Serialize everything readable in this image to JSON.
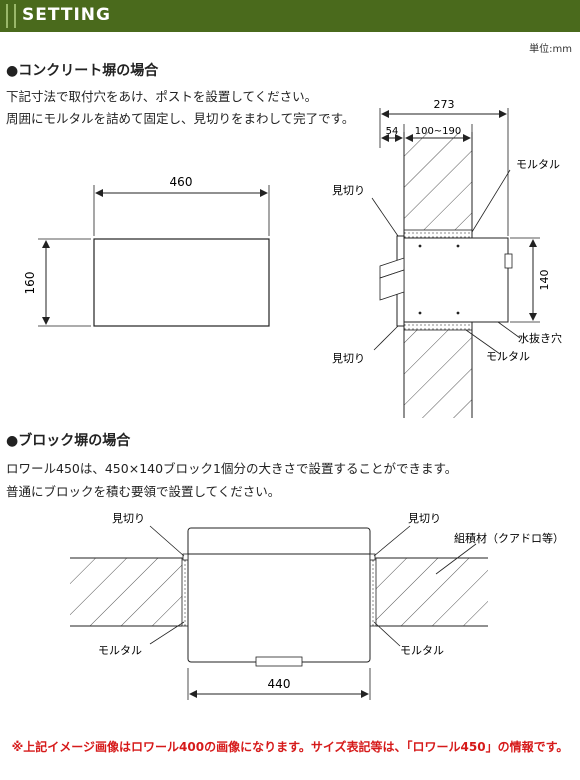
{
  "header": {
    "title": "SETTING"
  },
  "unit_label": "単位:mm",
  "section1": {
    "heading": "●コンクリート塀の場合",
    "lines": [
      "下記寸法で取付穴をあけ、ポストを設置してください。",
      "周囲にモルタルを詰めて固定し、見切りをまわして完了です。"
    ],
    "hole_width": "460",
    "hole_height": "160",
    "dim_total": "273",
    "dim_left": "54",
    "dim_range": "100~190",
    "dim_height": "140",
    "labels": {
      "mikiri_top": "見切り",
      "mortar_top": "モルタル",
      "drain_hole": "水抜き穴",
      "mikiri_bottom": "見切り",
      "mortar_bottom": "モルタル"
    }
  },
  "section2": {
    "heading": "●ブロック塀の場合",
    "lines": [
      "ロワール450は、450×140ブロック1個分の大きさで設置することができます。",
      "普通にブロックを積む要領で設置してください。"
    ],
    "width": "440",
    "labels": {
      "mikiri_left": "見切り",
      "mikiri_right": "見切り",
      "material": "組積材（クアドロ等）",
      "mortar_left": "モルタル",
      "mortar_right": "モルタル"
    }
  },
  "note": "※上記イメージ画像はロワール400の画像になります。サイズ表記等は、「ロワール450」の情報です。"
}
